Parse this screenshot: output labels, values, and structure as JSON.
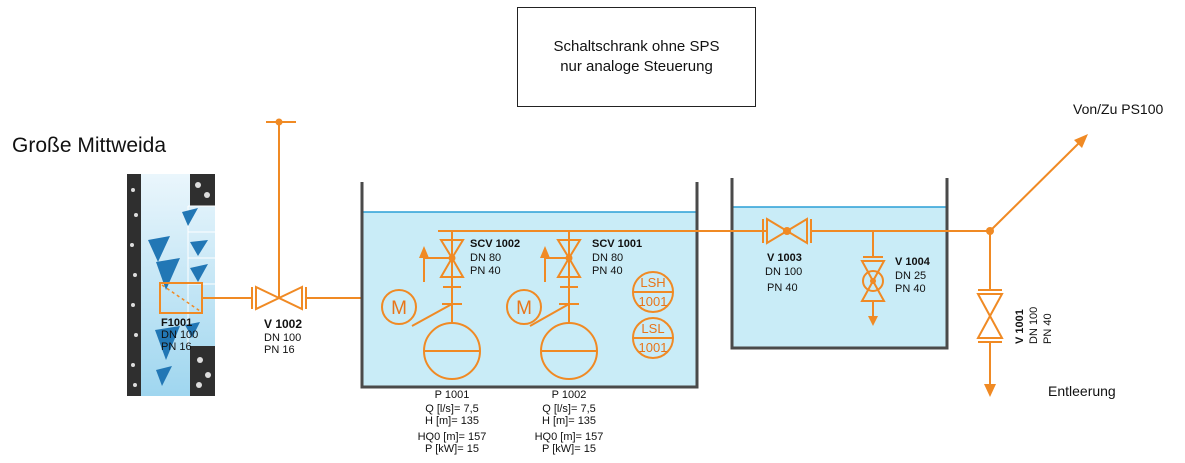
{
  "cabinet": {
    "line1": "Schaltschrank ohne SPS",
    "line2": "nur analoge Steuerung"
  },
  "river": {
    "name": "Große Mittweida"
  },
  "filter": {
    "id": "F1001",
    "dn": "DN 100",
    "pn": "PN 16"
  },
  "valve_1002": {
    "id": "V 1002",
    "dn": "DN 100",
    "pn": "PN 16"
  },
  "scv_1002": {
    "id": "SCV 1002",
    "dn": "DN 80",
    "pn": "PN 40"
  },
  "scv_1001": {
    "id": "SCV 1001",
    "dn": "DN 80",
    "pn": "PN 40"
  },
  "lsh": {
    "tag": "LSH",
    "num": "1001"
  },
  "lsl": {
    "tag": "LSL",
    "num": "1001"
  },
  "motor_label": "M",
  "pump_1001": {
    "id": "P 1001",
    "q": "Q [l/s]= 7,5",
    "h": "H [m]= 135",
    "hq0": "HQ0 [m]= 157",
    "p": "P [kW]= 15"
  },
  "pump_1002": {
    "id": "P 1002",
    "q": "Q [l/s]= 7,5",
    "h": "H [m]= 135",
    "hq0": "HQ0 [m]= 157",
    "p": "P [kW]= 15"
  },
  "valve_1003": {
    "id": "V 1003",
    "dn": "DN 100",
    "pn": "PN 40"
  },
  "valve_1004": {
    "id": "V 1004",
    "dn": "DN 25",
    "pn": "PN 40"
  },
  "valve_1001": {
    "id": "V 1001",
    "dn": "DN 100",
    "pn": "PN 40"
  },
  "outlet_label": "Von/Zu PS100",
  "drain_label": "Entleerung",
  "colors": {
    "pipe": "#f08a24",
    "water": "#c9ecf7",
    "waterline": "#2a9fd6",
    "tank": "#4a4a4a"
  }
}
